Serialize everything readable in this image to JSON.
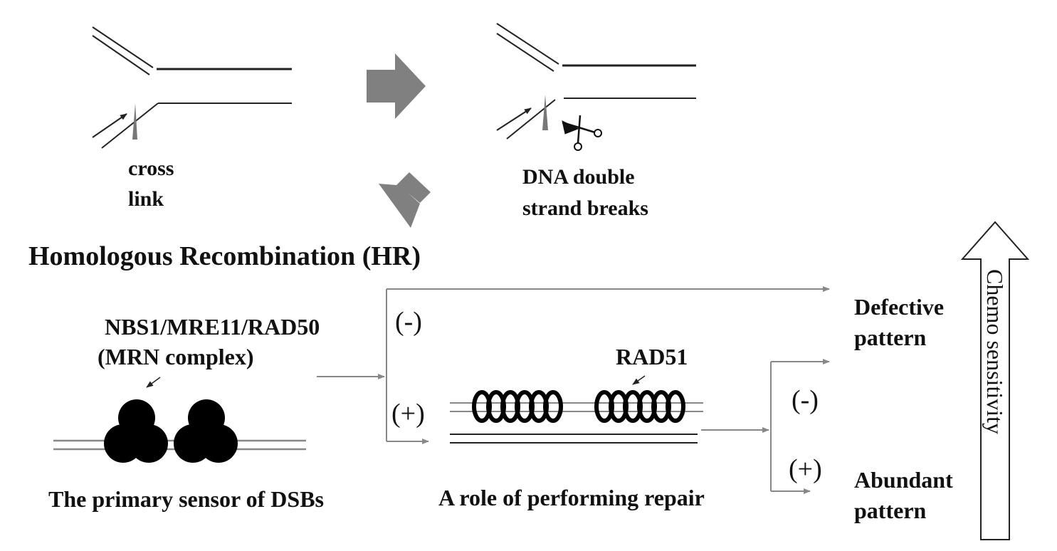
{
  "labels": {
    "cross_link_1": "cross",
    "cross_link_2": "link",
    "dsb_1": "DNA double",
    "dsb_2": "strand breaks",
    "hr_title": "Homologous Recombination (HR)",
    "mrn_1": "NBS1/MRE11/RAD50",
    "mrn_2": "(MRN complex)",
    "rad51": "RAD51",
    "sensor_caption": "The primary sensor of DSBs",
    "repair_caption": "A role of performing repair",
    "defective_1": "Defective",
    "defective_2": "pattern",
    "abundant_1": "Abundant",
    "abundant_2": "pattern",
    "chemo": "Chemo sensitivity",
    "mrn_minus": "(-)",
    "mrn_plus": "(+)",
    "rad51_minus": "(-)",
    "rad51_plus": "(+)"
  },
  "colors": {
    "dna_strand": "#222222",
    "grey_arrow": "#808080",
    "protein": "#000000",
    "line_grey": "#888888"
  },
  "icons": {
    "scissors": "scissors-icon",
    "block_arrow": "block-arrow-icon",
    "up_arrow": "up-arrow-icon"
  }
}
